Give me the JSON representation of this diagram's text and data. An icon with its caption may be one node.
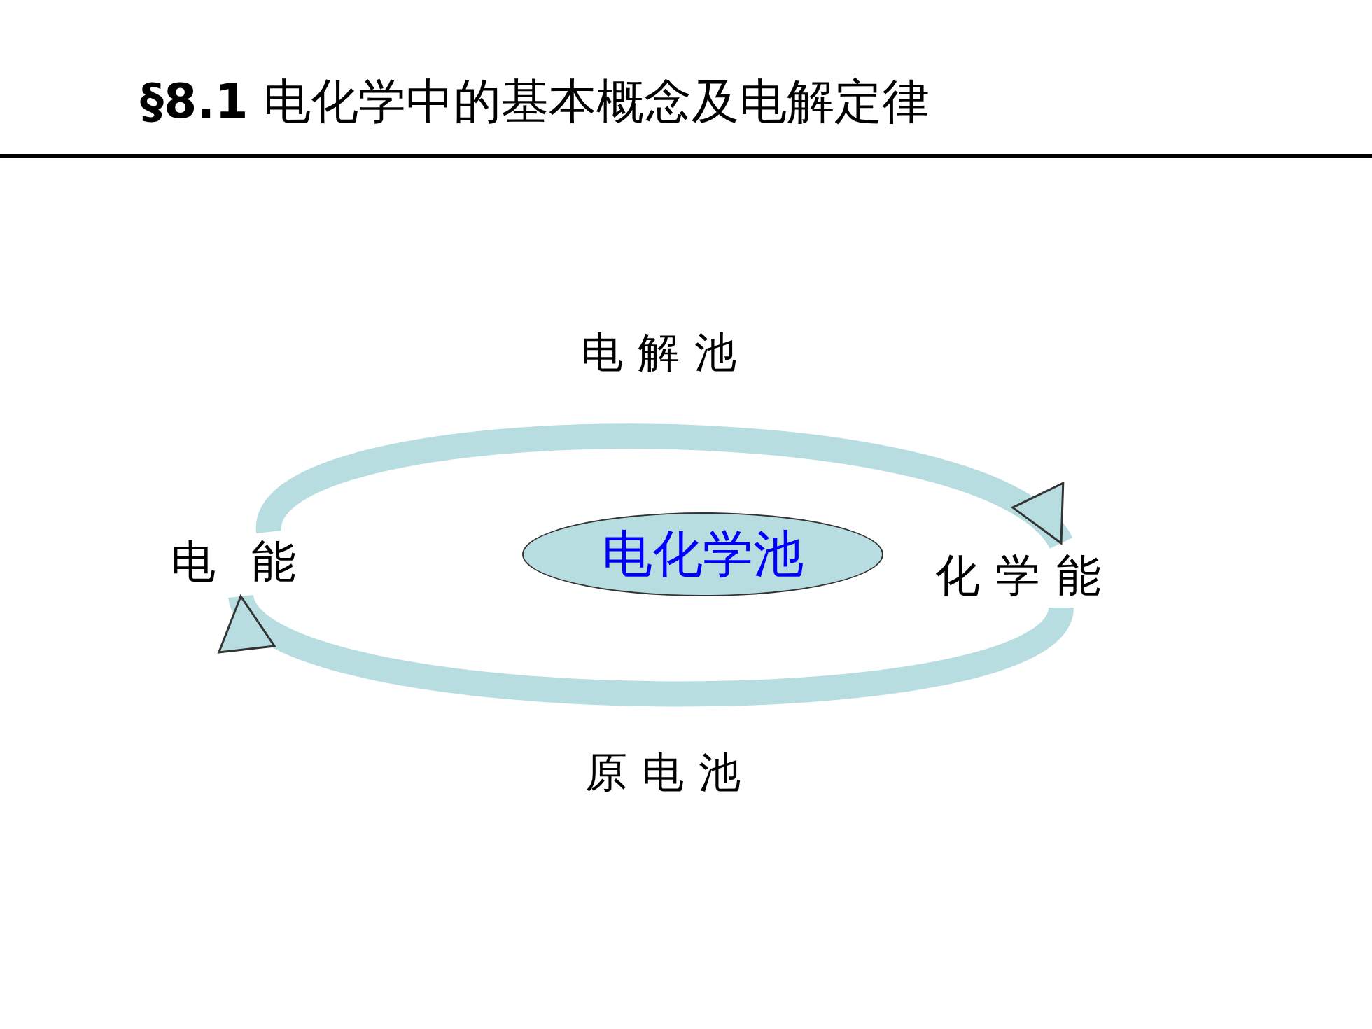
{
  "diagram": {
    "title": "**§8.1** 电化学中的基本概念及电解定律",
    "nodes": [
      {
        "text": [
          "电能"
        ]
      },
      {
        "text": [
          "化学能"
        ]
      },
      {
        "text": [
          "电化学池"
        ]
      }
    ],
    "edges": [
      {
        "from": 0,
        "to": 1,
        "arrow": "to",
        "label": "电解池"
      },
      {
        "from": 1,
        "to": 0,
        "arrow": "to",
        "label": "原电池"
      }
    ]
  }
}
